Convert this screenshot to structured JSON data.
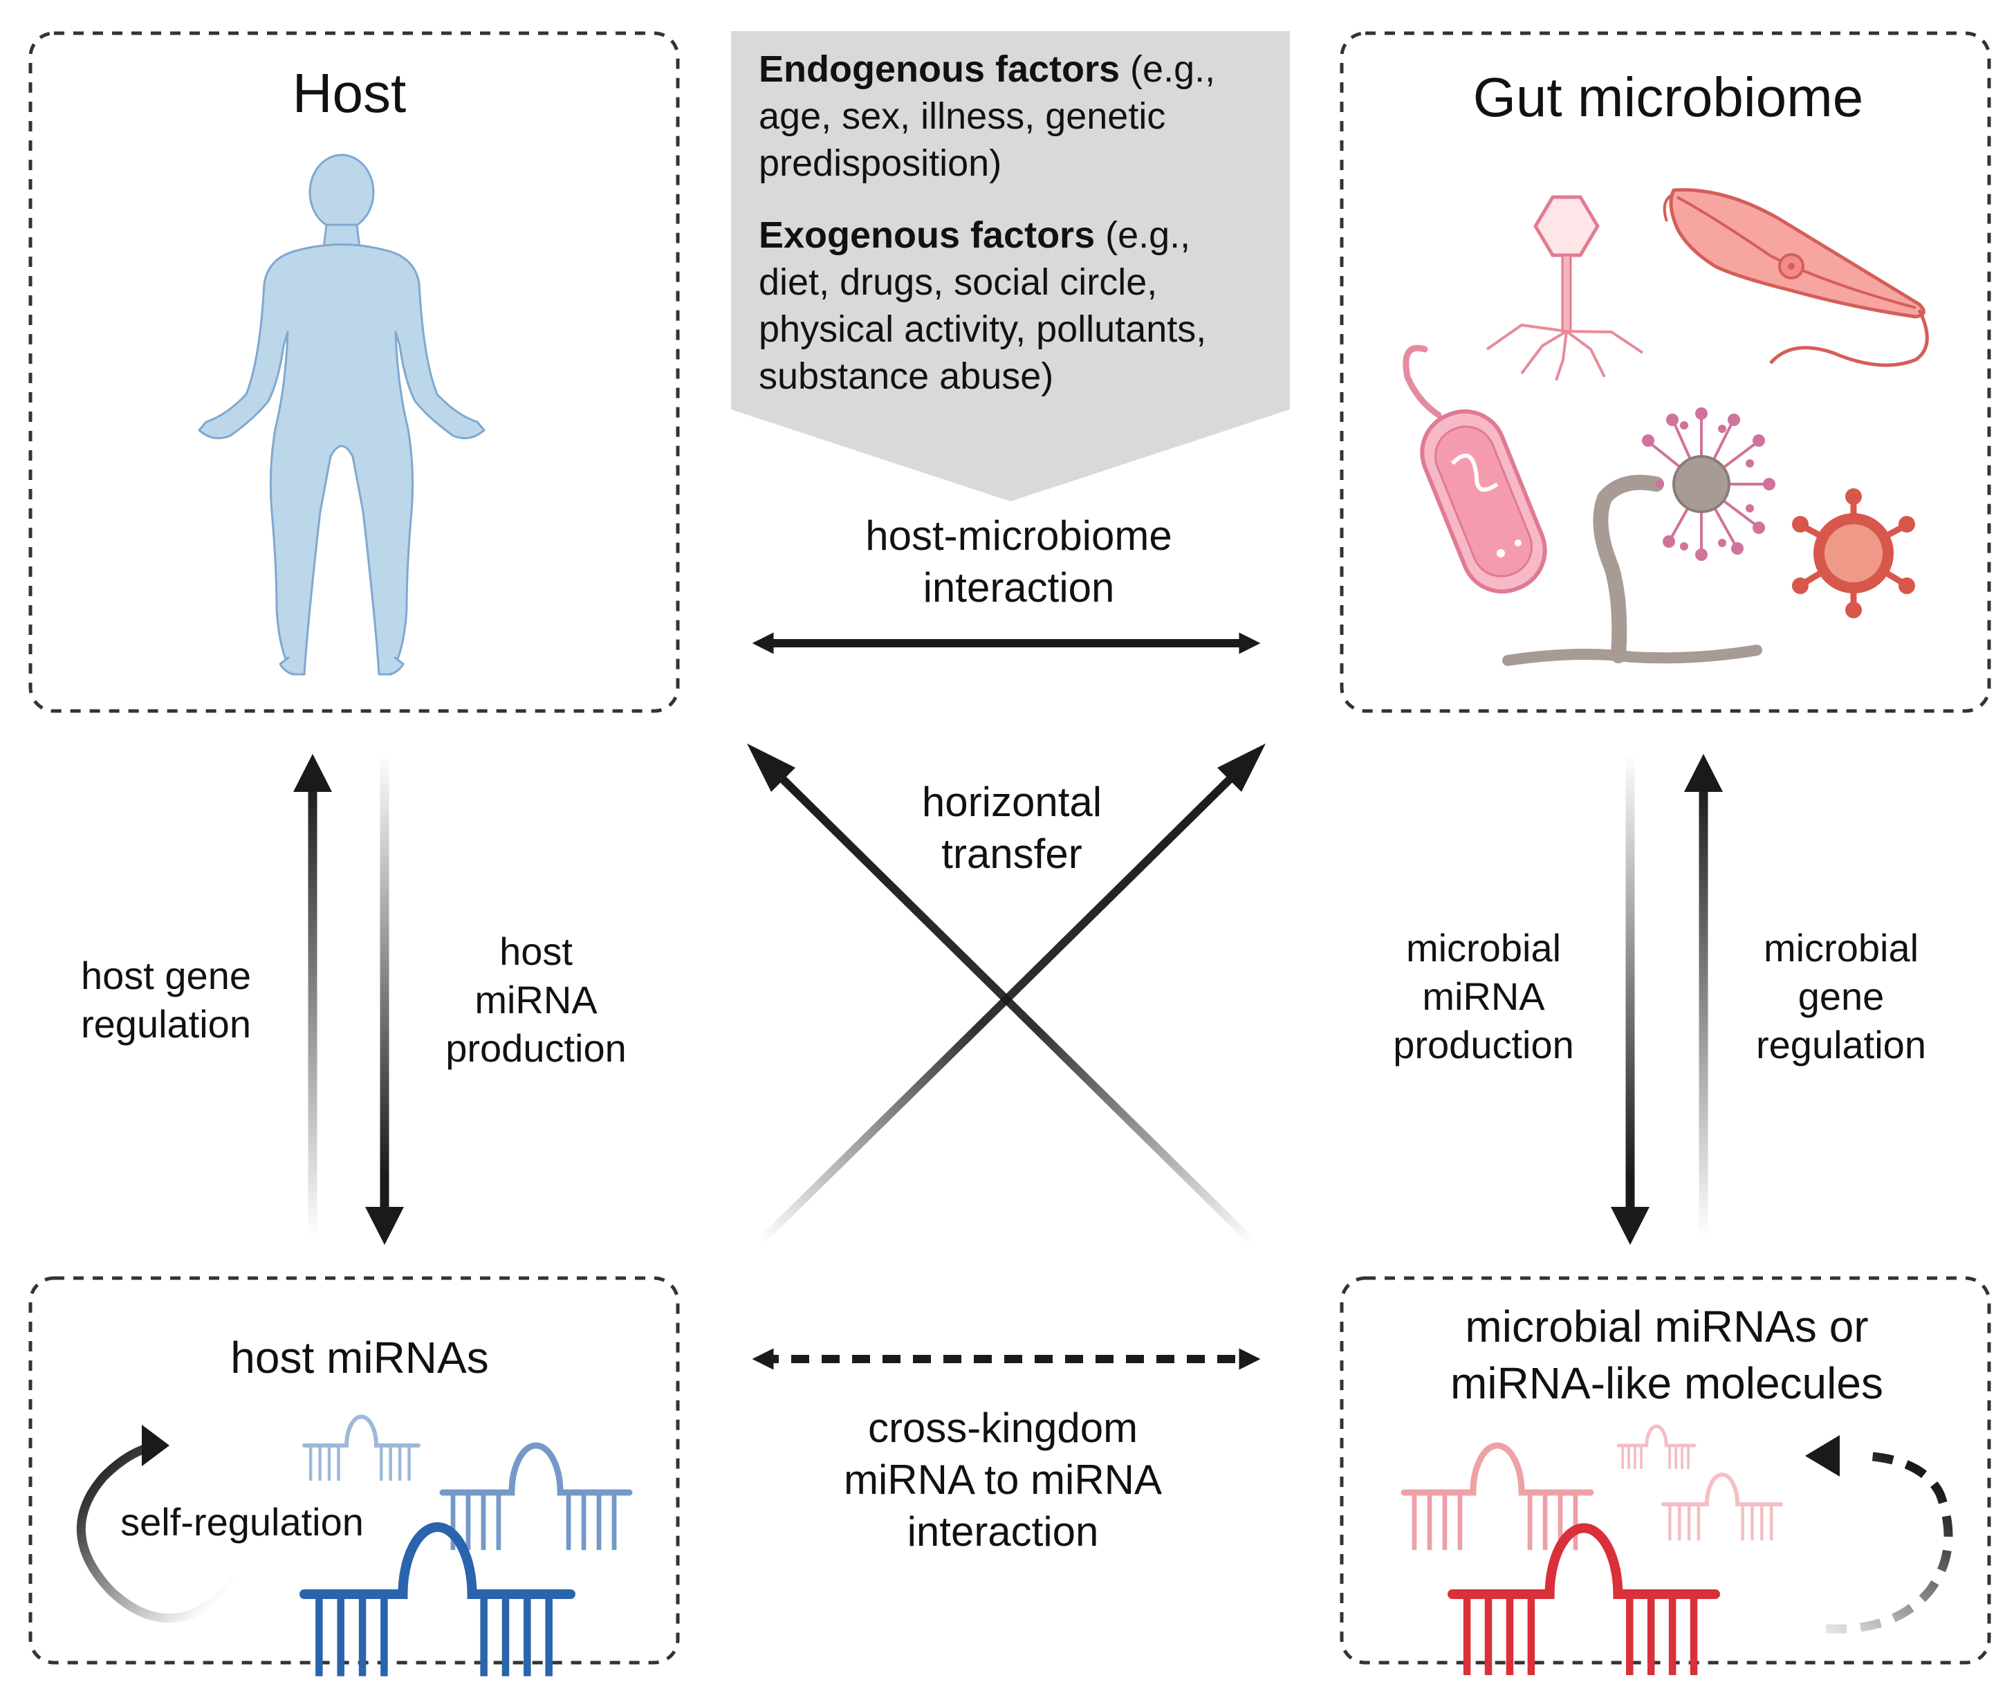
{
  "boxes": {
    "host": {
      "title": "Host",
      "figure": "human-body-icon"
    },
    "microbiome": {
      "title": "Gut microbiome"
    },
    "host_mirnas": {
      "title": "host miRNAs",
      "loop_label": "self-regulation"
    },
    "microbial_mirnas": {
      "title_lines": [
        "microbial miRNAs or",
        "miRNA-like molecules"
      ]
    }
  },
  "factors": {
    "endogenous": {
      "heading": "Endogenous factors",
      "lines": [
        " (e.g.,",
        "age, sex, illness, genetic",
        "predisposition)"
      ]
    },
    "exogenous": {
      "heading": "Exogenous factors",
      "lines": [
        " (e.g.,",
        "diet, drugs, social circle,",
        "physical activity, pollutants,",
        "substance abuse)"
      ]
    }
  },
  "arrows": {
    "host_microbiome": {
      "lines": [
        "host-microbiome",
        "interaction"
      ]
    },
    "horizontal": {
      "lines": [
        "horizontal",
        "transfer"
      ]
    },
    "cross_kingdom": {
      "lines": [
        "cross-kingdom",
        "miRNA to miRNA",
        "interaction"
      ]
    },
    "host_gene_regulation": {
      "lines": [
        "host gene",
        "regulation"
      ]
    },
    "host_mirna_production": {
      "lines": [
        "host",
        "miRNA",
        "production"
      ]
    },
    "microbial_mirna_production": {
      "lines": [
        "microbial",
        "miRNA",
        "production"
      ]
    },
    "microbial_gene_regulation": {
      "lines": [
        "microbial",
        "gene",
        "regulation"
      ]
    }
  },
  "colors": {
    "arrow": "#1a1a1a",
    "factor_box": "#d9d9d9",
    "host_blue": "#2a64ad",
    "microbe_red": "#d9303a",
    "body_fill": "#bcd6ea",
    "body_stroke": "#7fa8cf",
    "microbe_pink": "#ef8f8f"
  }
}
